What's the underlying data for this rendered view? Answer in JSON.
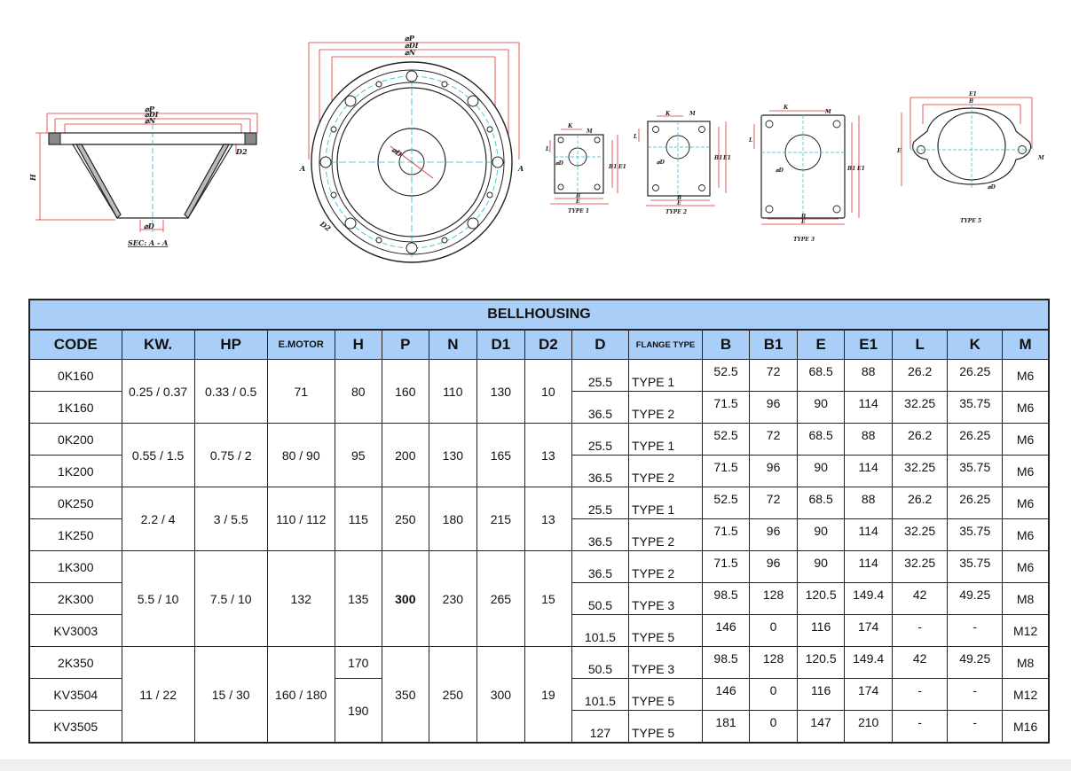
{
  "drawings": {
    "section": {
      "phi_p": "⌀P",
      "phi_di": "⌀DI",
      "phi_n": "⌀N",
      "h": "H",
      "d2": "D2",
      "phi_d": "⌀D",
      "caption": "SEC: A - A"
    },
    "flange": {
      "phi_p": "⌀P",
      "phi_di": "⌀DI",
      "phi_n": "⌀N",
      "phi_d": "⌀D",
      "d2": "D2",
      "a_left": "A",
      "a_right": "A"
    },
    "type1": {
      "caption": "TYPE 1",
      "k": "K",
      "m": "M",
      "l": "L",
      "phi_d": "⌀D",
      "b": "B",
      "e": "E",
      "b1": "B1",
      "e1": "E1"
    },
    "type2": {
      "caption": "TYPE 2",
      "k": "K",
      "m": "M",
      "l": "L",
      "phi_d": "⌀D",
      "b": "B",
      "e": "E",
      "b1": "B1",
      "e1": "E1"
    },
    "type3": {
      "caption": "TYPE 3",
      "k": "K",
      "m": "M",
      "l": "L",
      "phi_d": "⌀D",
      "b": "B",
      "e": "E",
      "b1": "B1",
      "e1": "E1"
    },
    "type5": {
      "caption": "TYPE 5",
      "e1": "E1",
      "b": "B",
      "e": "E",
      "m": "M",
      "phi_d": "⌀D"
    }
  },
  "table": {
    "title": "BELLHOUSING",
    "headers": [
      "CODE",
      "KW.",
      "HP",
      "E.MOTOR",
      "H",
      "P",
      "N",
      "D1",
      "D2",
      "D",
      "FLANGE TYPE",
      "B",
      "B1",
      "E",
      "E1",
      "L",
      "K",
      "M"
    ],
    "rows": [
      [
        "0K160",
        "0.25 / 0.37",
        "0.33 / 0.5",
        "71",
        "80",
        "160",
        "110",
        "130",
        "10",
        "25.5",
        "TYPE 1",
        "52.5",
        "72",
        "68.5",
        "88",
        "26.2",
        "26.25",
        "M6"
      ],
      [
        "1K160",
        "",
        "",
        "",
        "",
        "",
        "",
        "",
        "",
        "36.5",
        "TYPE 2",
        "71.5",
        "96",
        "90",
        "114",
        "32.25",
        "35.75",
        "M6"
      ],
      [
        "0K200",
        "0.55 / 1.5",
        "0.75 / 2",
        "80 / 90",
        "95",
        "200",
        "130",
        "165",
        "13",
        "25.5",
        "TYPE 1",
        "52.5",
        "72",
        "68.5",
        "88",
        "26.2",
        "26.25",
        "M6"
      ],
      [
        "1K200",
        "",
        "",
        "",
        "",
        "",
        "",
        "",
        "",
        "36.5",
        "TYPE 2",
        "71.5",
        "96",
        "90",
        "114",
        "32.25",
        "35.75",
        "M6"
      ],
      [
        "0K250",
        "2.2 / 4",
        "3 / 5.5",
        "110 / 112",
        "115",
        "250",
        "180",
        "215",
        "13",
        "25.5",
        "TYPE 1",
        "52.5",
        "72",
        "68.5",
        "88",
        "26.2",
        "26.25",
        "M6"
      ],
      [
        "1K250",
        "",
        "",
        "",
        "",
        "",
        "",
        "",
        "",
        "36.5",
        "TYPE 2",
        "71.5",
        "96",
        "90",
        "114",
        "32.25",
        "35.75",
        "M6"
      ],
      [
        "1K300",
        "5.5 / 10",
        "7.5 / 10",
        "132",
        "135",
        "300",
        "230",
        "265",
        "15",
        "36.5",
        "TYPE 2",
        "71.5",
        "96",
        "90",
        "114",
        "32.25",
        "35.75",
        "M6"
      ],
      [
        "2K300",
        "",
        "",
        "",
        "",
        "",
        "",
        "",
        "",
        "50.5",
        "TYPE 3",
        "98.5",
        "128",
        "120.5",
        "149.4",
        "42",
        "49.25",
        "M8"
      ],
      [
        "KV3003",
        "",
        "",
        "",
        "",
        "",
        "",
        "",
        "",
        "101.5",
        "TYPE 5",
        "146",
        "0",
        "116",
        "174",
        "-",
        "-",
        "M12"
      ],
      [
        "2K350",
        "11 / 22",
        "15 / 30",
        "160 / 180",
        "170",
        "350",
        "250",
        "300",
        "19",
        "50.5",
        "TYPE 3",
        "98.5",
        "128",
        "120.5",
        "149.4",
        "42",
        "49.25",
        "M8"
      ],
      [
        "KV3504",
        "",
        "",
        "",
        "190",
        "",
        "",
        "",
        "",
        "101.5",
        "TYPE 5",
        "146",
        "0",
        "116",
        "174",
        "-",
        "-",
        "M12"
      ],
      [
        "KV3505",
        "",
        "",
        "",
        "",
        "",
        "",
        "",
        "",
        "127",
        "TYPE 5",
        "181",
        "0",
        "147",
        "210",
        "-",
        "-",
        "M16"
      ]
    ]
  }
}
